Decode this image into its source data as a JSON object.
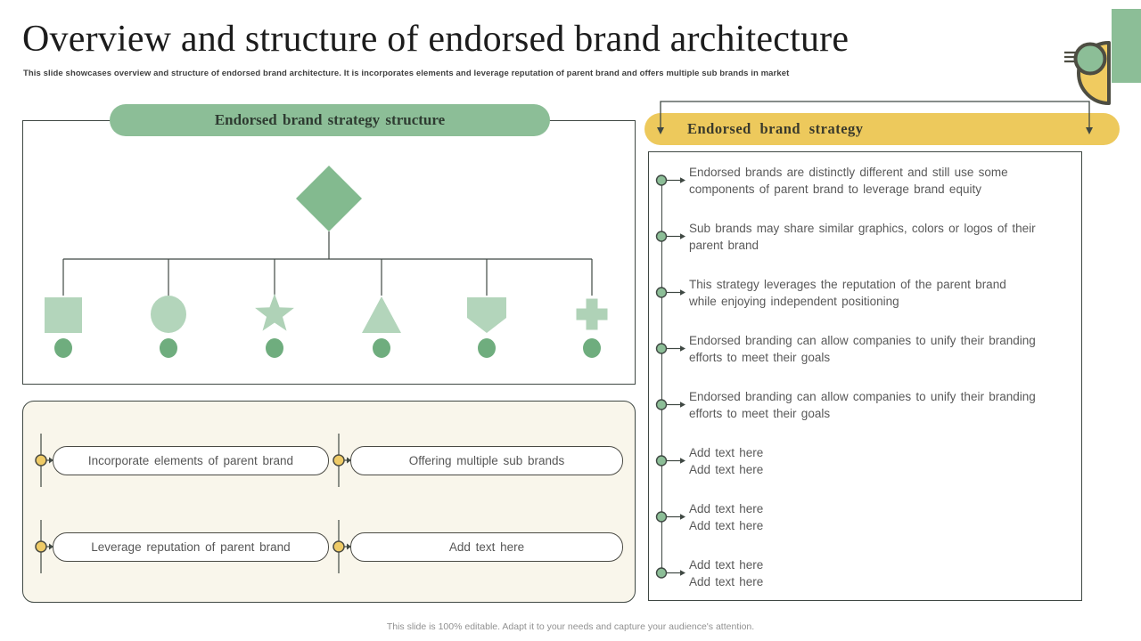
{
  "slide": {
    "title": "Overview and structure of endorsed brand architecture",
    "subtitle": "This slide showcases overview and structure of endorsed brand architecture. It is incorporates elements and leverage reputation of parent brand and offers multiple sub brands in market",
    "footer": "This slide is 100% editable. Adapt it to your needs and capture your audience's attention."
  },
  "left_panel": {
    "header": "Endorsed brand strategy structure",
    "root_shape": "diamond",
    "child_shapes": [
      "square",
      "circle",
      "star",
      "triangle",
      "shield",
      "plus"
    ]
  },
  "bottom_panel": {
    "buttons": [
      {
        "label": "Incorporate elements of parent brand"
      },
      {
        "label": "Offering multiple sub brands"
      },
      {
        "label": "Leverage reputation of parent brand"
      },
      {
        "label": "Add text here"
      }
    ]
  },
  "right_panel": {
    "header": "Endorsed brand strategy",
    "bullets": [
      {
        "text": "Endorsed brands are distinctly different and still use some\ncomponents of parent brand to leverage brand equity"
      },
      {
        "text": "Sub brands may share similar graphics, colors or logos of their\nparent brand"
      },
      {
        "text": "This strategy leverages the  reputation of the parent brand\nwhile enjoying independent positioning"
      },
      {
        "text": "Endorsed branding can allow companies to unify their branding\nefforts to meet their goals"
      },
      {
        "text": "Endorsed branding can allow companies to unify their branding\nefforts to meet their goals"
      },
      {
        "text": "Add text here\nAdd text here"
      },
      {
        "text": "Add text here\nAdd text here"
      },
      {
        "text": "Add text here\nAdd text here"
      }
    ]
  },
  "colors": {
    "green": "#8CBE97",
    "green_diamond": "#83BA8F",
    "green_light": "#B3D5BB",
    "green_dot": "#6FAD7E",
    "yellow": "#EDC95C",
    "cream_panel": "#F9F6EB",
    "outline": "#3F4843",
    "body_text": "#595959"
  }
}
